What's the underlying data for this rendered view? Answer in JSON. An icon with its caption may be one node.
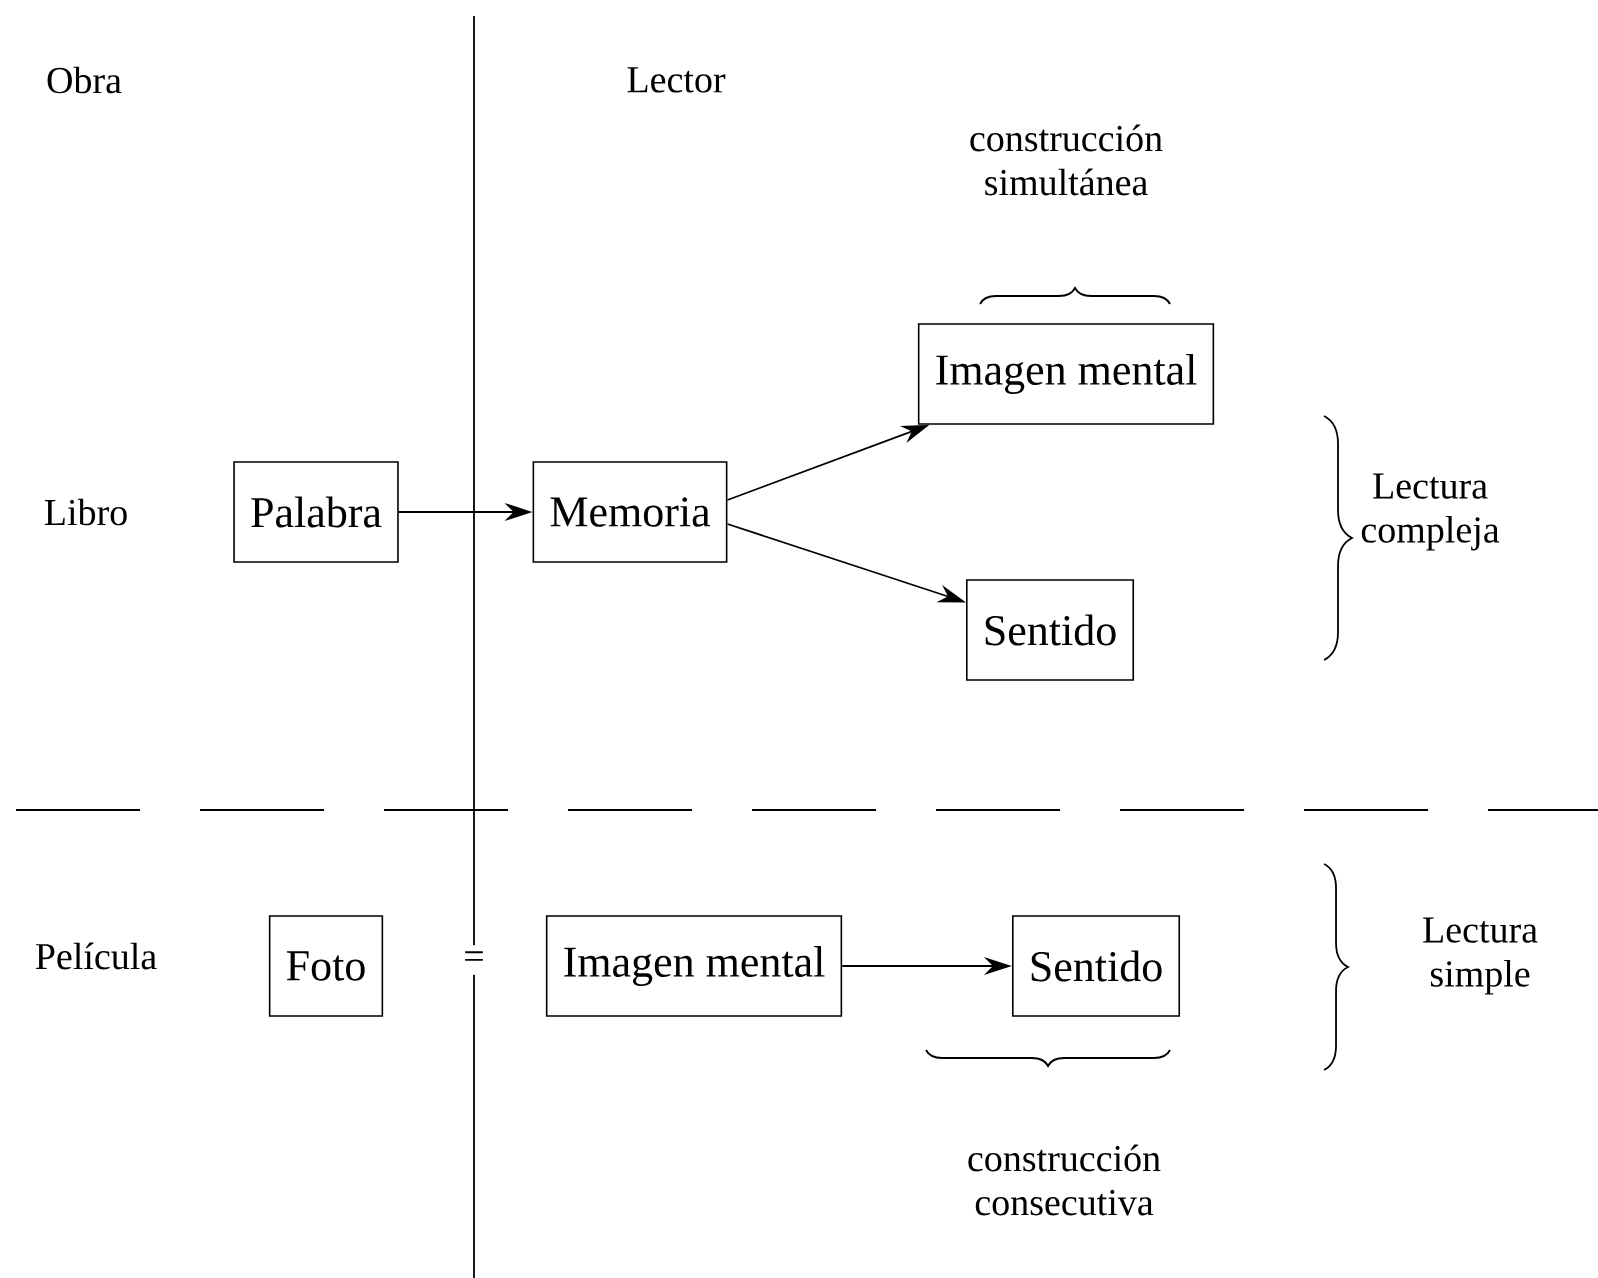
{
  "diagram": {
    "nodes": [
      {
        "text": [
          "Palabra"
        ]
      },
      {
        "text": [
          "Memoria"
        ]
      },
      {
        "text": [
          "Imagen mental"
        ]
      },
      {
        "text": [
          "Sentido"
        ]
      },
      {
        "text": [
          "Foto"
        ]
      },
      {
        "text": [
          "Imagen mental"
        ]
      },
      {
        "text": [
          "Sentido"
        ]
      }
    ],
    "edges": [
      {
        "from": 0,
        "to": 1,
        "arrow": "to"
      },
      {
        "from": 1,
        "to": 2,
        "arrow": "to"
      },
      {
        "from": 1,
        "to": 3,
        "arrow": "to"
      },
      {
        "from": 5,
        "to": 6,
        "arrow": "to"
      }
    ],
    "labels": [
      "Obra",
      "Lector",
      "construcción simultánea",
      "Libro",
      "Lectura compleja",
      "Película",
      "=",
      "Lectura simple",
      "construcción consecutiva"
    ]
  }
}
